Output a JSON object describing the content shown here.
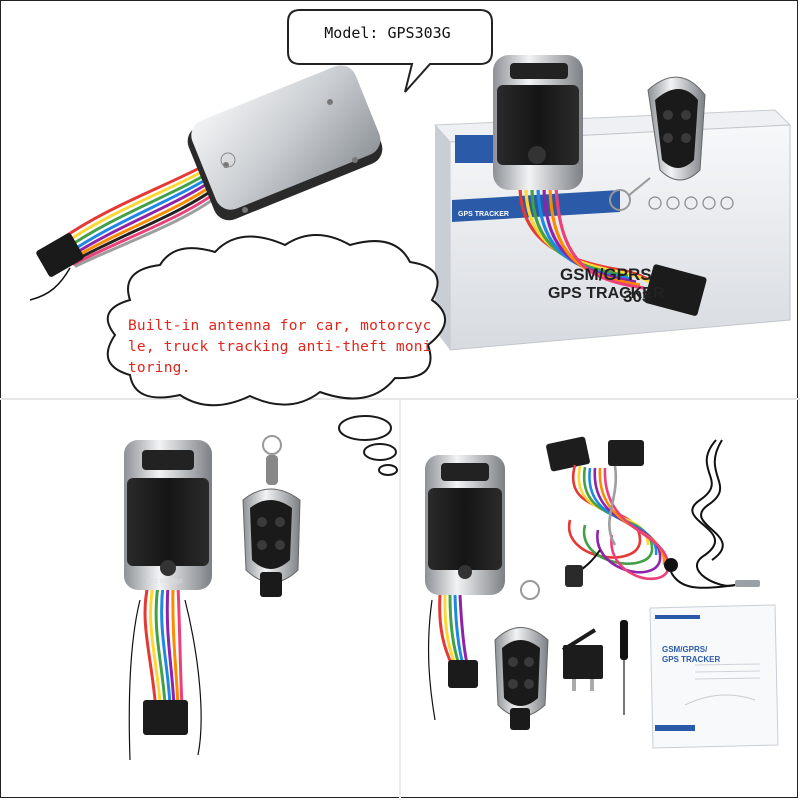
{
  "callout": {
    "model_text": "Model: GPS303G"
  },
  "feature_cloud": {
    "text": "Built-in antenna for car, motorcycle, truck tracking anti-theft monitoring."
  },
  "box_print": {
    "line1": "GSM/GPRS",
    "line2": "GPS TRACKER",
    "model": "303",
    "brand_strip": "GPS TRACKER"
  },
  "manual_print": {
    "line1": "GSM/GPRS/",
    "line2": "GPS TRACKER"
  },
  "device_logo_text": "GPS TRACKER",
  "colors": {
    "cloud_text": "#e1251b",
    "box_accent": "#2a5aa8",
    "device_black": "#1c1c1c",
    "device_silver": "#c8ccd0"
  }
}
